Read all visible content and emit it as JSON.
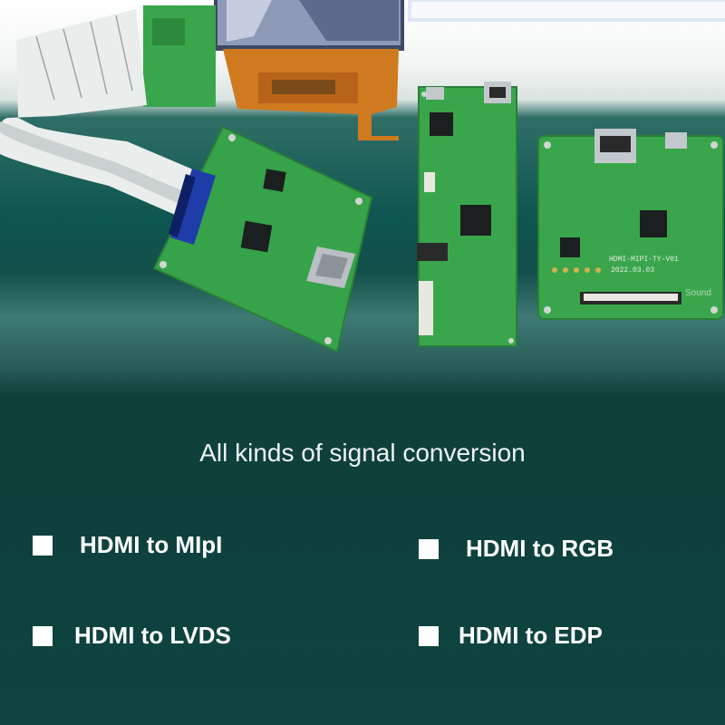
{
  "caption": "All kinds of signal conversion",
  "features": [
    {
      "label": "HDMI to MIpI"
    },
    {
      "label": "HDMI to RGB"
    },
    {
      "label": "HDMI to LVDS"
    },
    {
      "label": "HDMI to EDP"
    }
  ],
  "board_silkscreen": {
    "label": "HDMI-MIPI-TY-V01",
    "date": "2022.03.03",
    "corner": "Sound"
  },
  "colors": {
    "pcb_green": "#36a24a",
    "background_teal": "#0f4d48",
    "text": "#ffffff"
  }
}
